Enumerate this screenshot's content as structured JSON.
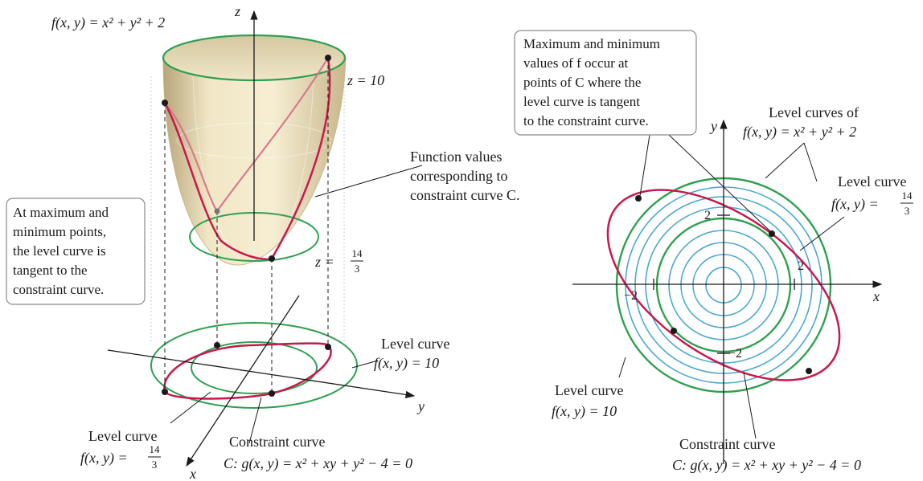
{
  "left_panel": {
    "function_label": "f(x, y) = x² + y² + 2",
    "z_axis": "z",
    "x_axis": "x",
    "y_axis": "y",
    "z10_label": "z = 10",
    "z14_prefix": "z =",
    "z14_num": "14",
    "z14_den": "3",
    "function_values_note": [
      "Function values",
      "corresponding to",
      "constraint curve C."
    ],
    "callout_box": [
      "At maximum and",
      "minimum points,",
      "the level curve is",
      "tangent to the",
      "constraint curve."
    ],
    "level_curve_10": [
      "Level curve",
      "f(x, y) = 10"
    ],
    "level_curve_14_title": "Level curve",
    "level_curve_14_prefix": "f(x, y) =",
    "level_curve_14_num": "14",
    "level_curve_14_den": "3",
    "constraint_curve": [
      "Constraint curve",
      "C: g(x, y) = x² + xy + y² − 4 = 0"
    ]
  },
  "right_panel": {
    "callout_box": [
      "Maximum and minimum",
      "values of f occur at",
      "points of C where the",
      "level curve is tangent",
      "to the constraint curve."
    ],
    "level_curves_of": [
      "Level curves of",
      "f(x, y) = x² + y² + 2"
    ],
    "level_curve_14_title": "Level curve",
    "level_curve_14_prefix": "f(x, y) =",
    "level_curve_14_num": "14",
    "level_curve_14_den": "3",
    "level_curve_10": [
      "Level curve",
      "f(x, y) = 10"
    ],
    "constraint_curve": [
      "Constraint curve",
      "C: g(x, y) = x² + xy + y² − 4 = 0"
    ],
    "x_axis": "x",
    "y_axis": "y",
    "tick_2_y": "2",
    "tick_neg2_y": "−2",
    "tick_2_x": "2",
    "tick_neg2_x": "−2"
  },
  "colors": {
    "constraint_red": "#c8194b",
    "level_green": "#2ea050",
    "contour_blue": "#4aa8d0",
    "surface": "#e8dcb4"
  }
}
